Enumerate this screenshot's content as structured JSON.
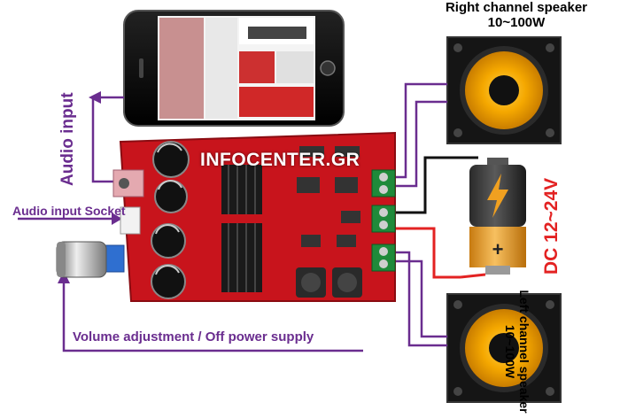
{
  "labels": {
    "right_speaker_line1": "Right channel speaker",
    "right_speaker_line2": "10~100W",
    "left_speaker_line1": "Left channel speaker",
    "left_speaker_line2": "10~100W",
    "audio_input": "Audio input",
    "audio_input_socket": "Audio input Socket",
    "volume_adjustment": "Volume adjustment / Off power supply",
    "power": "DC 12~24V",
    "watermark": "INFOCENTER.GR"
  },
  "colors": {
    "arrow_purple": "#6a2d8f",
    "pcb_red": "#c8141c",
    "power_red": "#e32222",
    "speaker_cone": "#f5a800",
    "battery_orange": "#f0a020"
  },
  "icons": [
    "smartphone-icon",
    "speaker-icon",
    "battery-icon",
    "lightning-icon",
    "capacitor-icon",
    "heatsink-icon",
    "potentiometer-icon",
    "terminal-block-icon"
  ]
}
